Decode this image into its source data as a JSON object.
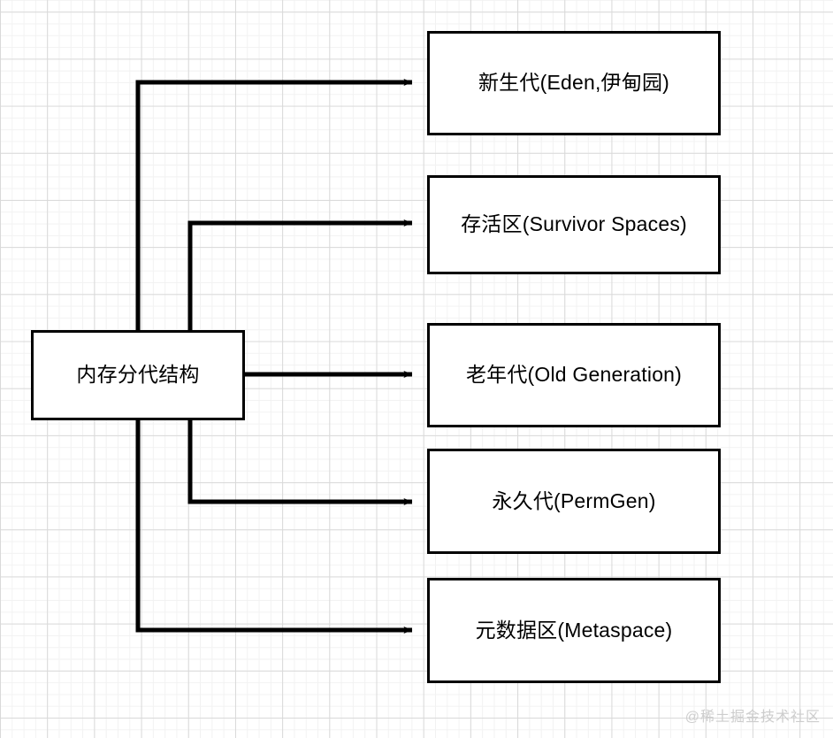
{
  "diagram": {
    "title_node": {
      "id": "root",
      "label": "内存分代结构"
    },
    "nodes": [
      {
        "id": "eden",
        "label": "新生代(Eden,伊甸园)"
      },
      {
        "id": "survivor",
        "label": "存活区(Survivor Spaces)"
      },
      {
        "id": "old",
        "label": "老年代(Old Generation)"
      },
      {
        "id": "permgen",
        "label": "永久代(PermGen)"
      },
      {
        "id": "metaspace",
        "label": "元数据区(Metaspace)"
      }
    ],
    "edges": [
      {
        "from": "root",
        "to": "eden",
        "arrow": "arrowhead-icon"
      },
      {
        "from": "root",
        "to": "survivor",
        "arrow": "arrowhead-icon"
      },
      {
        "from": "root",
        "to": "old",
        "arrow": "arrowhead-icon"
      },
      {
        "from": "root",
        "to": "permgen",
        "arrow": "arrowhead-icon"
      },
      {
        "from": "root",
        "to": "metaspace",
        "arrow": "arrowhead-icon"
      }
    ],
    "colors": {
      "stroke": "#000000",
      "fill": "#ffffff",
      "grid_minor": "#f2f2f2",
      "grid_major": "#d9d9d9",
      "watermark": "#cdcdcd"
    }
  },
  "watermark": {
    "text": "@稀土掘金技术社区"
  }
}
